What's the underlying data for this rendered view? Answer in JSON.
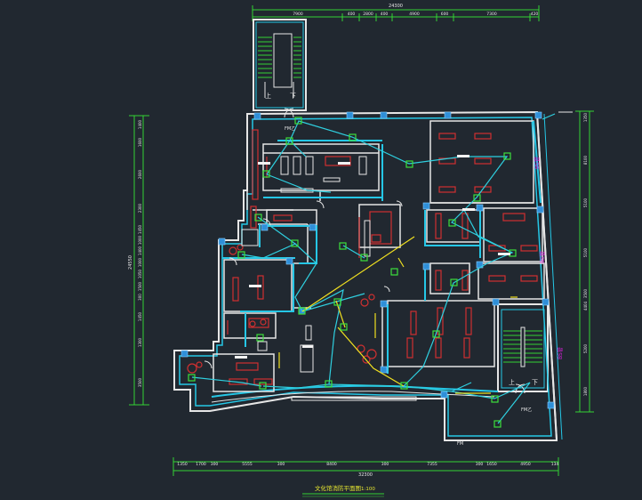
{
  "drawing": {
    "title": "文化馆消防平面图",
    "scale": "1:100",
    "colors": {
      "background": "#212830",
      "wall_white": "#e6e6e6",
      "wall_cyan": "#25c7e6",
      "column_blue": "#2f8fd8",
      "dim_green": "#34d234",
      "furniture_red": "#d03030",
      "wire_cyan": "#2fd0e0",
      "wire_yellow": "#f0e020",
      "node_green": "#3ce03c",
      "label_magenta": "#e020e0",
      "title_yellow": "#e8e830"
    }
  },
  "dims": {
    "top_total": "24300",
    "top": [
      "7900",
      "400",
      "2800",
      "400",
      "4900",
      "600",
      "7300",
      "420"
    ],
    "bottom_total": "32300",
    "bottom": [
      "1350",
      "1700",
      "300",
      "5555",
      "300",
      "8400",
      "300",
      "7355",
      "300",
      "1650",
      "4950",
      "134"
    ],
    "left_total": "24550",
    "left": [
      "1400",
      "1600",
      "2600",
      "2300",
      "1450",
      "1000",
      "1400",
      "1000",
      "1050",
      "1500",
      "300",
      "1450",
      "1300",
      "3500"
    ],
    "right": [
      "1350",
      "8100",
      "5100",
      "5100",
      "3500",
      "4404",
      "5200",
      "1800"
    ]
  },
  "labels": {
    "stair_up_1": "上",
    "stair_down_1": "下",
    "stair_up_2": "上",
    "stair_down_2": "下",
    "door_tag_1": "FM乙",
    "door_tag_2": "FM乙",
    "bottom_note": "FM",
    "riser_1": "BS管",
    "riser_2": "BS管",
    "riser_3": "BS管"
  }
}
